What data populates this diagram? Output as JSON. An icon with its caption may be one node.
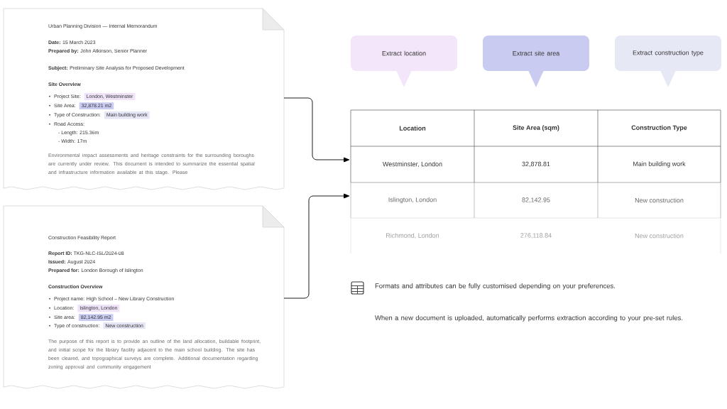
{
  "diagram": {
    "nodes": [
      {
        "text": [
          "Urban Planning Division — Internal Memorandum",
          "**Date:** 15 March 2023",
          "**Prepared by:** John Atkinson, Senior Planner",
          "**Subject:** Preliminary Site Analysis for Proposed Development",
          "Site Overview",
          "Project Site:",
          "London, Westminster",
          "Site Area:",
          "32,878.21 m2",
          "Type of Construction:",
          "Main building work",
          "Road Access:",
          "- Length: 215.36m",
          "- Width: 17m",
          "Environmental impact assessments and heritage constraints for the surrounding boroughs are currently under review. This document is intended to summarize the essential spatial and infrastructure information available at this stage. Please"
        ]
      },
      {
        "text": [
          "Construction Feasibility Report",
          "**Report ID:** TKG-NLC-ISL/2024-08",
          "**Issued:** August 2024",
          "**Prepared for:** London Borough of Islington",
          "Construction Overview",
          "Project name: High School – New Library Construction",
          "Location:",
          "Islington, London",
          "Site area:",
          "82,142.95 m2",
          "Type of construction:",
          "New construction",
          "The purpose of this report is to provide an outline of the land allocation, buildable footprint, and initial scope for the library facility adjacent to the main school building. The site has been cleared, and topographical surveys are complete. Additional documentation regarding zoning approval and community engagement"
        ]
      },
      {
        "text": [
          "Location",
          "Site Area (sqm)",
          "Construction Type",
          "Westminster, London",
          "32,878.81",
          "Main building work",
          "Islington, London",
          "82,142.95",
          "New construction",
          "Richmond, London",
          "276,118.84",
          "New construction"
        ]
      },
      {
        "text": [
          "Extract location"
        ]
      },
      {
        "text": [
          "Extract site area"
        ]
      },
      {
        "text": [
          "Extract construction type"
        ]
      }
    ],
    "edges": [
      {
        "from": 0,
        "to": 2,
        "arrow": "to"
      },
      {
        "from": 1,
        "to": 2,
        "arrow": "to"
      }
    ],
    "labels": [
      "Formats and attributes can be fully customised depending on your preferences.",
      "When a new document is uploaded, automatically performs extraction according to your pre-set rules."
    ]
  }
}
